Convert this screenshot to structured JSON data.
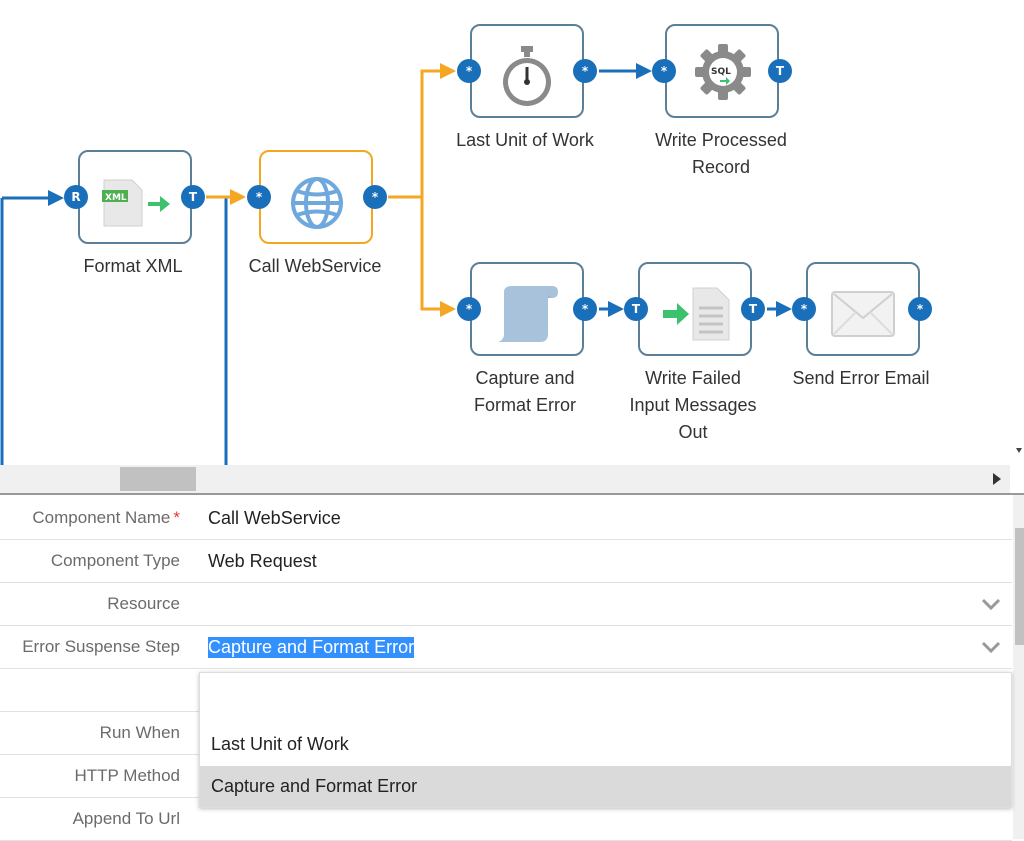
{
  "canvas": {
    "nodes": {
      "format_xml": {
        "label": "Format XML",
        "in_port": "R",
        "out_port": "T"
      },
      "call_ws": {
        "label": "Call WebService",
        "in_port": "*",
        "out_port": "*"
      },
      "last_unit": {
        "label": "Last Unit of Work",
        "in_port": "*",
        "out_port": "*"
      },
      "write_processed": {
        "label_lines": [
          "Write Processed",
          "Record"
        ],
        "in_port": "*",
        "out_port": "T"
      },
      "capture_error": {
        "label_lines": [
          "Capture and",
          "Format Error"
        ],
        "in_port": "*",
        "out_port": "*"
      },
      "write_failed": {
        "label_lines": [
          "Write Failed",
          "Input Messages",
          "Out"
        ],
        "in_port": "T",
        "out_port": "T"
      },
      "send_email": {
        "label": "Send Error Email",
        "in_port": "*",
        "out_port": "*"
      }
    },
    "icons": {
      "format_xml": "xml-convert-icon",
      "call_ws": "globe-icon",
      "last_unit": "stopwatch-icon",
      "write_processed": "sql-gear-icon",
      "capture_error": "script-scroll-icon",
      "write_failed": "document-write-icon",
      "send_email": "envelope-icon"
    },
    "xml_badge": "XML",
    "sql_badge": "SQL",
    "colors": {
      "port": "#1a6fba",
      "selected_border": "#f5a623",
      "node_border": "#5b7f99",
      "error_link": "#f5a623"
    }
  },
  "properties": {
    "rows": [
      {
        "label": "Component Name",
        "required": "*",
        "value": "Call WebService"
      },
      {
        "label": "Component Type",
        "value": "Web Request"
      },
      {
        "label": "Resource",
        "value": ""
      },
      {
        "label": "Error Suspense Step",
        "value": "Capture and Format Error"
      },
      {
        "label": "",
        "value": ""
      },
      {
        "label": "Run When",
        "value": ""
      },
      {
        "label": "HTTP Method",
        "value": ""
      },
      {
        "label": "Append To Url",
        "value": ""
      }
    ],
    "dropdown_options": [
      "",
      "Last Unit of Work",
      "Capture and Format Error"
    ],
    "highlighted_option": "Capture and Format Error"
  }
}
